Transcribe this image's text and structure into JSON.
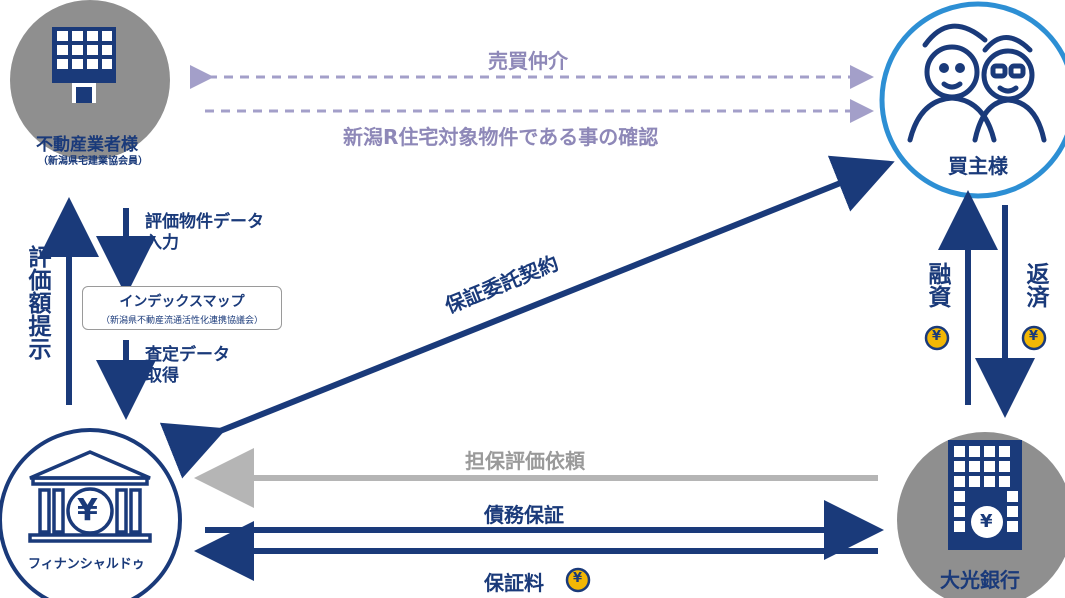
{
  "colors": {
    "navy": "#1a3a7a",
    "gray_circle": "#8f8f8f",
    "arrow_gray": "#b5b5b5",
    "dashed": "#a39fc9",
    "buyer_ring": "#2d8fd4",
    "yen_gold": "#f2b705"
  },
  "nodes": {
    "realtor": {
      "title": "不動産業者様",
      "subtitle": "（新潟県宅建業協会員）",
      "icon": "office-building-icon"
    },
    "buyer": {
      "title": "買主様",
      "icon": "couple-icon"
    },
    "guarantor": {
      "title": "フィナンシャルドゥ",
      "icon": "bank-yen-icon"
    },
    "bank": {
      "title": "大光銀行",
      "icon": "bank-building-icon"
    },
    "index_map": {
      "title": "インデックスマップ",
      "subtitle": "（新潟県不動産流通活性化連携協議会）"
    }
  },
  "edges": {
    "brokerage": "売買仲介",
    "confirmation": "新潟R住宅対象物件である事の確認",
    "input_label": "評価物件データ\n入力",
    "valuation_data": "査定データ\n取得",
    "appraisal_presented": "評価額提示",
    "guarantee_contract": "保証委託契約",
    "loan": "融資",
    "repayment": "返済",
    "collateral_request": "担保評価依頼",
    "debt_guarantee": "債務保証",
    "guarantee_fee": "保証料"
  },
  "yen_symbol": "¥"
}
